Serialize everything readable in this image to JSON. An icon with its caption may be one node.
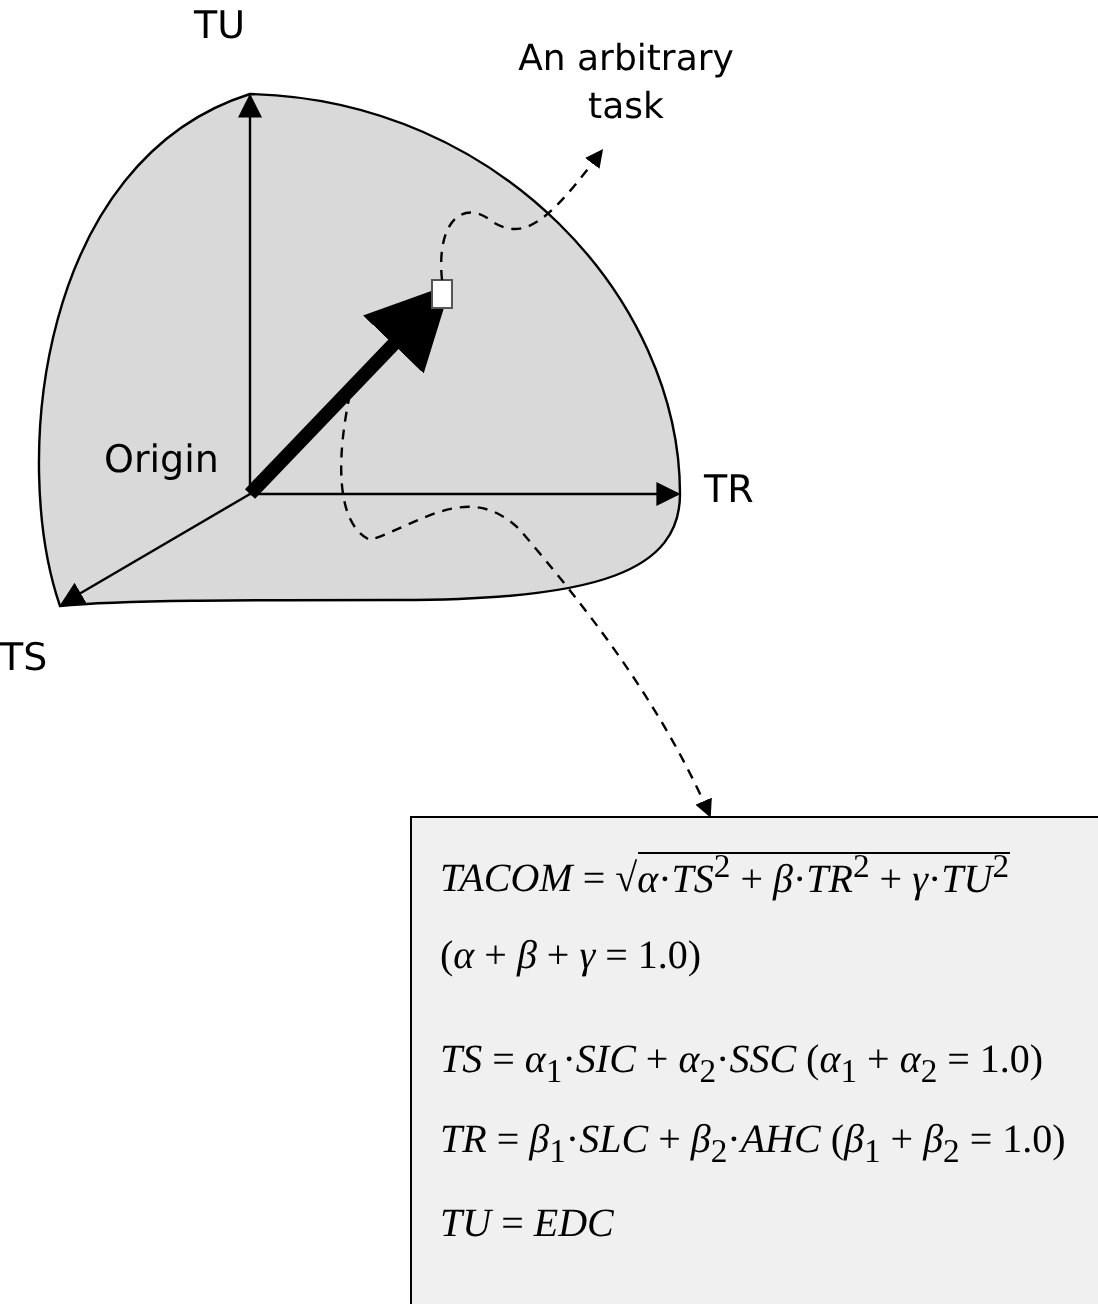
{
  "diagram": {
    "nodes": [
      {
        "text": [
          "An arbitrary task"
        ]
      },
      {
        "text": [],
        "shape": "box"
      },
      {
        "text": [
          "*TACOM* = √*α*·*TS*$^{2}$ + *β*·*TR*$^{2}$ + *γ*·*TU*$^{2}$",
          "(*α* + *β* + *γ* = 1.0)",
          "*TS* = *α*$_{1}$·*SIC* + *α*$_{2}$·*SSC* (*α*$_{1}$ + *α*$_{2}$ = 1.0)",
          "*TR* = *β*$_{1}$·*SLC* + *β*$_{2}$·*AHC* (*β*$_{1}$ + *β*$_{2}$ = 1.0)",
          "*TU* = *EDC*"
        ]
      }
    ],
    "edges": [
      {
        "from": 1,
        "to": 0,
        "arrow": "to",
        "style": "dashed"
      },
      {
        "from": null,
        "to": 2,
        "arrow": "to",
        "style": "dashed"
      }
    ],
    "labels": [
      "TU",
      "TR",
      "Origin",
      "TS"
    ]
  }
}
